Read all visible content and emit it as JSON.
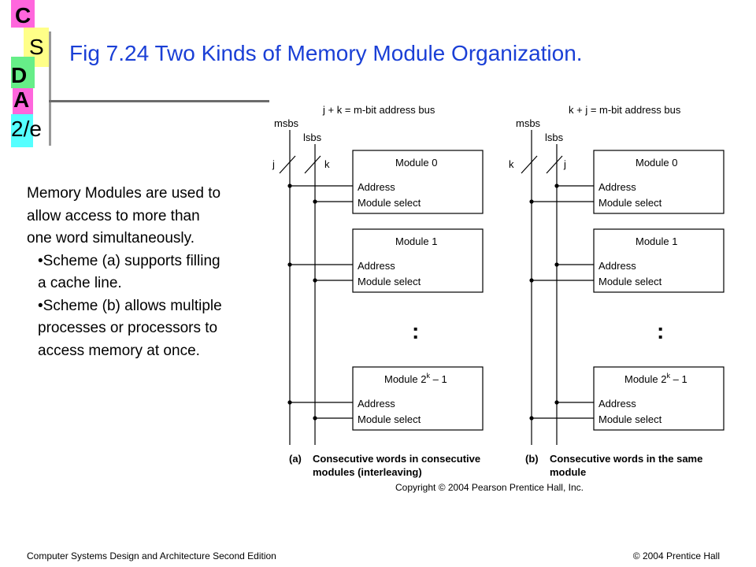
{
  "logo": {
    "l1": "C",
    "l2": "S",
    "l3": "D",
    "l4": "A",
    "l5": "2/e"
  },
  "title": "Fig 7.24   Two Kinds of Memory Module Organization.",
  "bullets": {
    "intro": "Memory Modules are used to allow access to more than one word simultaneously.",
    "b1": "•Scheme (a) supports filling a cache line.",
    "b2": "•Scheme (b) allows multiple processes or processors to access memory at once."
  },
  "diagram": {
    "a": {
      "bus_label": "j + k = m-bit address bus",
      "msbs": "msbs",
      "lsbs": "lsbs",
      "left_bit": "j",
      "right_bit": "k",
      "caption_tag": "(a)",
      "caption_line1": "Consecutive words in consecutive",
      "caption_line2": "modules (interleaving)"
    },
    "b": {
      "bus_label": "k + j = m-bit address bus",
      "msbs": "msbs",
      "lsbs": "lsbs",
      "left_bit": "k",
      "right_bit": "j",
      "caption_tag": "(b)",
      "caption_line1": "Consecutive words in the same",
      "caption_line2": "module"
    },
    "module0": "Module 0",
    "module1": "Module 1",
    "module_last_prefix": "Module 2",
    "module_last_sup": "k",
    "module_last_suffix": " – 1",
    "address": "Address",
    "module_select": "Module select",
    "ellipsis": ":",
    "copyright": "Copyright © 2004 Pearson Prentice Hall, Inc."
  },
  "footer": {
    "left": "Computer Systems Design and Architecture Second Edition",
    "right": "© 2004 Prentice Hall"
  },
  "colors": {
    "title": "#1a3fd6",
    "logo_pink": "#ff66dd",
    "logo_yellow": "#ffff88",
    "logo_green": "#66ee88",
    "logo_cyan": "#55ffff"
  }
}
